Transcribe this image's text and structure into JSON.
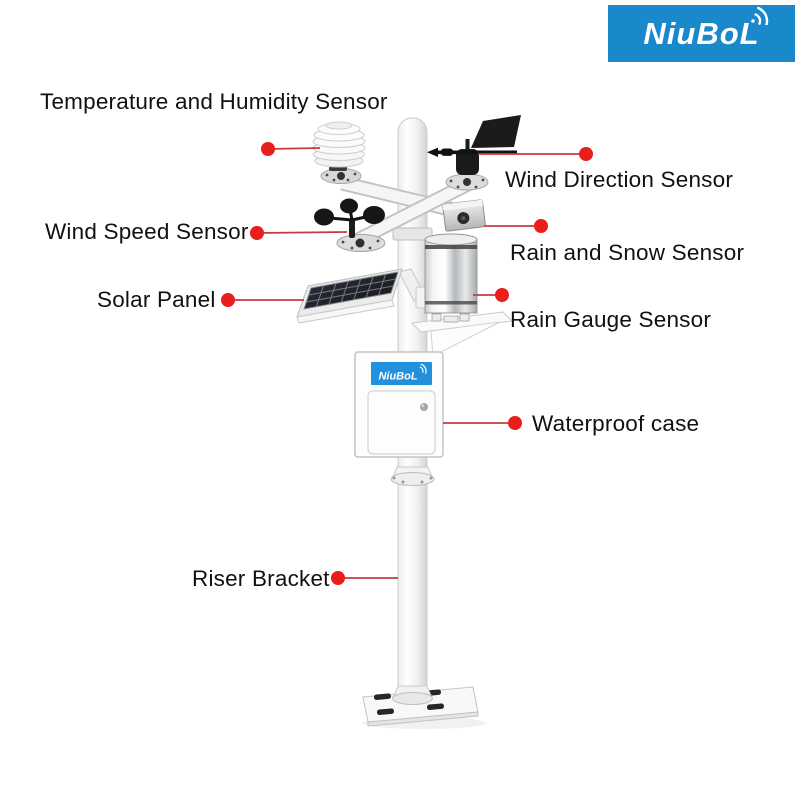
{
  "brand": {
    "logo_text": "NiuBoL",
    "logo_bg_color": "#1989cb",
    "logo_text_color": "#ffffff"
  },
  "station": {
    "case_logo_text": "NiuBoL",
    "case_banner_color": "#2191de"
  },
  "annotations": {
    "marker_color": "#e81f1a",
    "line_color": "#c43b3b",
    "text_color": "#111111",
    "labels": [
      {
        "id": "temperature-humidity-sensor",
        "text": "Temperature and Humidity Sensor"
      },
      {
        "id": "wind-direction-sensor",
        "text": "Wind Direction Sensor"
      },
      {
        "id": "wind-speed-sensor",
        "text": "Wind Speed Sensor"
      },
      {
        "id": "rain-and-snow-sensor",
        "text": "Rain and Snow Sensor"
      },
      {
        "id": "solar-panel",
        "text": "Solar Panel"
      },
      {
        "id": "rain-gauge-sensor",
        "text": "Rain Gauge Sensor"
      },
      {
        "id": "waterproof-case",
        "text": "Waterproof case"
      },
      {
        "id": "riser-bracket",
        "text": "Riser Bracket"
      }
    ]
  }
}
